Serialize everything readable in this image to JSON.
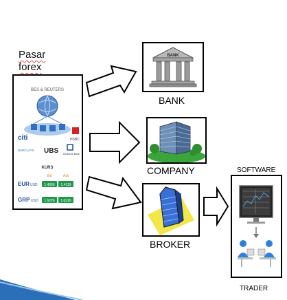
{
  "title": {
    "line1": "Pasar",
    "line2": "forex"
  },
  "forex_panel": {
    "header": "BES & REUTERS",
    "banks": [
      "citi",
      "HSBC",
      "BARCLAYS",
      "UBS",
      "Deutsche Bank"
    ],
    "kurs_title": "KURS",
    "bid_label": "Bid",
    "ask_label": "Ask",
    "rows": [
      {
        "pair": "EUR",
        "quote": "USD",
        "bid": "1.4056",
        "ask": "1.4119"
      },
      {
        "pair": "GRP",
        "quote": "USD",
        "bid": "1.6226",
        "ask": "1.6226"
      }
    ]
  },
  "targets": {
    "bank": "BANK",
    "bank_sign": "BANK",
    "company": "COMPANY",
    "broker": "BROKER",
    "software": "SOFTWARE",
    "trader": "TRADER"
  },
  "colors": {
    "bank_column": "#9a9a9a",
    "grass": "#3aa53a",
    "building_blue": "#3a6fd8",
    "broker_yellow": "#f2e64a",
    "kurs_green": "#1f9a4a",
    "corner_blue": "#2a6fb8"
  }
}
